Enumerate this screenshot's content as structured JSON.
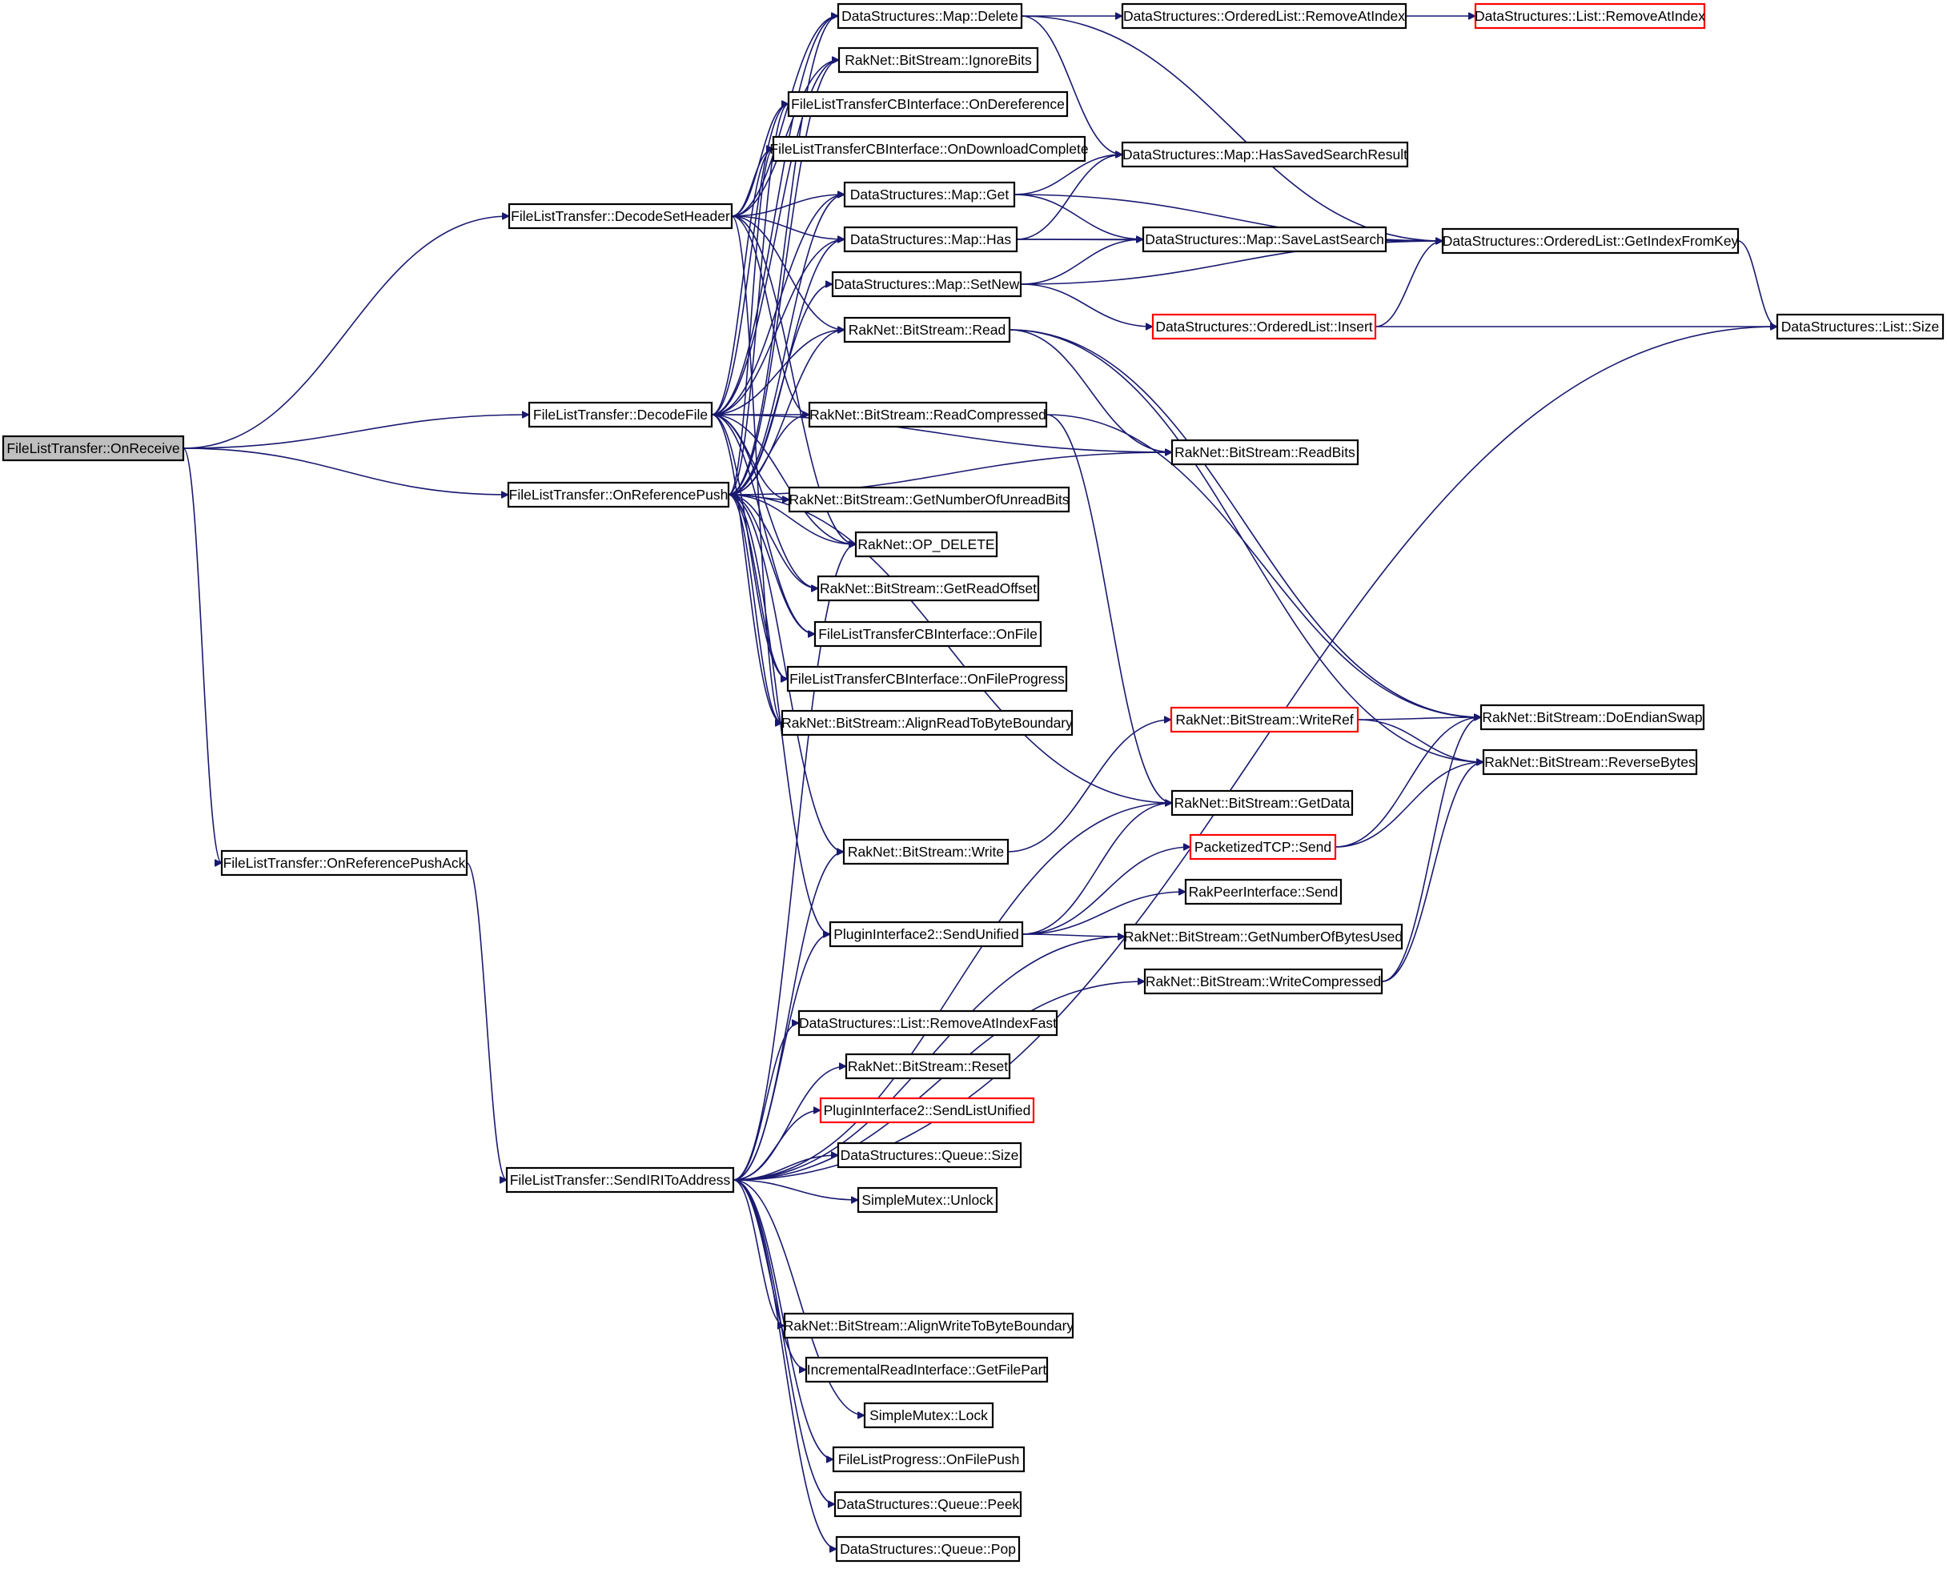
{
  "graph": {
    "colors": {
      "edge": "#191970",
      "root_fill": "#bfbfbf",
      "truncated_border": "#ff0000",
      "node_border": "#000000"
    },
    "nodes": [
      {
        "id": "on_receive",
        "label": "FileListTransfer::OnReceive",
        "root": true
      },
      {
        "id": "decode_set_header",
        "label": "FileListTransfer::DecodeSetHeader"
      },
      {
        "id": "decode_file",
        "label": "FileListTransfer::DecodeFile"
      },
      {
        "id": "on_reference_push",
        "label": "FileListTransfer::OnReferencePush"
      },
      {
        "id": "on_reference_push_ack",
        "label": "FileListTransfer::OnReferencePushAck"
      },
      {
        "id": "send_irit",
        "label": "FileListTransfer::SendIRIToAddress"
      },
      {
        "id": "map_delete",
        "label": "DataStructures::Map::Delete"
      },
      {
        "id": "ignore_bits",
        "label": "RakNet::BitStream::IgnoreBits"
      },
      {
        "id": "on_dereference",
        "label": "FileListTransferCBInterface::OnDereference"
      },
      {
        "id": "on_download_complete",
        "label": "FileListTransferCBInterface::OnDownloadComplete"
      },
      {
        "id": "map_get",
        "label": "DataStructures::Map::Get"
      },
      {
        "id": "map_has",
        "label": "DataStructures::Map::Has"
      },
      {
        "id": "map_setnew",
        "label": "DataStructures::Map::SetNew"
      },
      {
        "id": "bs_read",
        "label": "RakNet::BitStream::Read"
      },
      {
        "id": "bs_read_compressed",
        "label": "RakNet::BitStream::ReadCompressed"
      },
      {
        "id": "bs_num_unread",
        "label": "RakNet::BitStream::GetNumberOfUnreadBits"
      },
      {
        "id": "op_delete",
        "label": "RakNet::OP_DELETE"
      },
      {
        "id": "bs_read_offset",
        "label": "RakNet::BitStream::GetReadOffset"
      },
      {
        "id": "on_file",
        "label": "FileListTransferCBInterface::OnFile"
      },
      {
        "id": "on_file_progress",
        "label": "FileListTransferCBInterface::OnFileProgress"
      },
      {
        "id": "bs_align_read",
        "label": "RakNet::BitStream::AlignReadToByteBoundary"
      },
      {
        "id": "bs_write",
        "label": "RakNet::BitStream::Write"
      },
      {
        "id": "send_unified",
        "label": "PluginInterface2::SendUnified"
      },
      {
        "id": "list_remove_fast",
        "label": "DataStructures::List::RemoveAtIndexFast"
      },
      {
        "id": "bs_reset",
        "label": "RakNet::BitStream::Reset"
      },
      {
        "id": "send_list_unified",
        "label": "PluginInterface2::SendListUnified",
        "truncated": true
      },
      {
        "id": "queue_size",
        "label": "DataStructures::Queue::Size"
      },
      {
        "id": "mutex_unlock",
        "label": "SimpleMutex::Unlock"
      },
      {
        "id": "bs_align_write",
        "label": "RakNet::BitStream::AlignWriteToByteBoundary"
      },
      {
        "id": "get_file_part",
        "label": "IncrementalReadInterface::GetFilePart"
      },
      {
        "id": "mutex_lock",
        "label": "SimpleMutex::Lock"
      },
      {
        "id": "on_file_push",
        "label": "FileListProgress::OnFilePush"
      },
      {
        "id": "queue_peek",
        "label": "DataStructures::Queue::Peek"
      },
      {
        "id": "queue_pop",
        "label": "DataStructures::Queue::Pop"
      },
      {
        "id": "ol_remove_at",
        "label": "DataStructures::OrderedList::RemoveAtIndex"
      },
      {
        "id": "map_has_saved",
        "label": "DataStructures::Map::HasSavedSearchResult"
      },
      {
        "id": "map_save_last",
        "label": "DataStructures::Map::SaveLastSearch"
      },
      {
        "id": "ol_insert",
        "label": "DataStructures::OrderedList::Insert",
        "truncated": true
      },
      {
        "id": "bs_read_bits",
        "label": "RakNet::BitStream::ReadBits"
      },
      {
        "id": "bs_write_ref",
        "label": "RakNet::BitStream::WriteRef",
        "truncated": true
      },
      {
        "id": "bs_get_data",
        "label": "RakNet::BitStream::GetData"
      },
      {
        "id": "tcp_send",
        "label": "PacketizedTCP::Send",
        "truncated": true
      },
      {
        "id": "rakpeer_send",
        "label": "RakPeerInterface::Send"
      },
      {
        "id": "bs_bytes_used",
        "label": "RakNet::BitStream::GetNumberOfBytesUsed"
      },
      {
        "id": "bs_write_compressed",
        "label": "RakNet::BitStream::WriteCompressed"
      },
      {
        "id": "list_remove_at",
        "label": "DataStructures::List::RemoveAtIndex",
        "truncated": true
      },
      {
        "id": "ol_get_index",
        "label": "DataStructures::OrderedList::GetIndexFromKey"
      },
      {
        "id": "list_size",
        "label": "DataStructures::List::Size"
      },
      {
        "id": "bs_endian_swap",
        "label": "RakNet::BitStream::DoEndianSwap"
      },
      {
        "id": "bs_reverse_bytes",
        "label": "RakNet::BitStream::ReverseBytes"
      }
    ],
    "edges": [
      [
        "on_receive",
        "decode_set_header"
      ],
      [
        "on_receive",
        "decode_file"
      ],
      [
        "on_receive",
        "on_reference_push"
      ],
      [
        "on_receive",
        "on_reference_push_ack"
      ],
      [
        "on_reference_push_ack",
        "send_irit"
      ],
      [
        "decode_set_header",
        "map_delete"
      ],
      [
        "decode_set_header",
        "ignore_bits"
      ],
      [
        "decode_set_header",
        "on_dereference"
      ],
      [
        "decode_set_header",
        "on_download_complete"
      ],
      [
        "decode_set_header",
        "map_get"
      ],
      [
        "decode_set_header",
        "map_has"
      ],
      [
        "decode_set_header",
        "bs_read"
      ],
      [
        "decode_set_header",
        "bs_read_compressed"
      ],
      [
        "decode_set_header",
        "op_delete"
      ],
      [
        "decode_set_header",
        "bs_align_read"
      ],
      [
        "decode_file",
        "map_delete"
      ],
      [
        "decode_file",
        "ignore_bits"
      ],
      [
        "decode_file",
        "on_dereference"
      ],
      [
        "decode_file",
        "on_download_complete"
      ],
      [
        "decode_file",
        "map_get"
      ],
      [
        "decode_file",
        "map_has"
      ],
      [
        "decode_file",
        "bs_read"
      ],
      [
        "decode_file",
        "bs_read_compressed"
      ],
      [
        "decode_file",
        "bs_read_bits"
      ],
      [
        "decode_file",
        "op_delete"
      ],
      [
        "decode_file",
        "bs_read_offset"
      ],
      [
        "decode_file",
        "on_file"
      ],
      [
        "decode_file",
        "on_file_progress"
      ],
      [
        "decode_file",
        "bs_align_read"
      ],
      [
        "decode_file",
        "bs_num_unread"
      ],
      [
        "on_reference_push",
        "map_delete"
      ],
      [
        "on_reference_push",
        "ignore_bits"
      ],
      [
        "on_reference_push",
        "on_dereference"
      ],
      [
        "on_reference_push",
        "on_download_complete"
      ],
      [
        "on_reference_push",
        "map_get"
      ],
      [
        "on_reference_push",
        "map_has"
      ],
      [
        "on_reference_push",
        "map_setnew"
      ],
      [
        "on_reference_push",
        "bs_read"
      ],
      [
        "on_reference_push",
        "bs_read_compressed"
      ],
      [
        "on_reference_push",
        "bs_num_unread"
      ],
      [
        "on_reference_push",
        "op_delete"
      ],
      [
        "on_reference_push",
        "bs_read_offset"
      ],
      [
        "on_reference_push",
        "on_file"
      ],
      [
        "on_reference_push",
        "on_file_progress"
      ],
      [
        "on_reference_push",
        "bs_align_read"
      ],
      [
        "on_reference_push",
        "bs_write"
      ],
      [
        "on_reference_push",
        "send_unified"
      ],
      [
        "on_reference_push",
        "bs_get_data"
      ],
      [
        "on_reference_push",
        "bs_read_bits"
      ],
      [
        "send_irit",
        "op_delete"
      ],
      [
        "send_irit",
        "bs_write"
      ],
      [
        "send_irit",
        "send_unified"
      ],
      [
        "send_irit",
        "list_remove_fast"
      ],
      [
        "send_irit",
        "bs_reset"
      ],
      [
        "send_irit",
        "send_list_unified"
      ],
      [
        "send_irit",
        "queue_size"
      ],
      [
        "send_irit",
        "mutex_unlock"
      ],
      [
        "send_irit",
        "bs_align_write"
      ],
      [
        "send_irit",
        "get_file_part"
      ],
      [
        "send_irit",
        "mutex_lock"
      ],
      [
        "send_irit",
        "on_file_push"
      ],
      [
        "send_irit",
        "queue_peek"
      ],
      [
        "send_irit",
        "queue_pop"
      ],
      [
        "send_irit",
        "bs_get_data"
      ],
      [
        "send_irit",
        "bs_write_compressed"
      ],
      [
        "send_irit",
        "bs_bytes_used"
      ],
      [
        "send_irit",
        "list_size"
      ],
      [
        "map_delete",
        "ol_remove_at"
      ],
      [
        "map_delete",
        "map_has_saved"
      ],
      [
        "map_delete",
        "ol_get_index"
      ],
      [
        "ol_remove_at",
        "list_remove_at"
      ],
      [
        "map_get",
        "map_has_saved"
      ],
      [
        "map_get",
        "map_save_last"
      ],
      [
        "map_get",
        "ol_get_index"
      ],
      [
        "map_has",
        "map_has_saved"
      ],
      [
        "map_has",
        "map_save_last"
      ],
      [
        "map_has",
        "ol_get_index"
      ],
      [
        "map_setnew",
        "map_save_last"
      ],
      [
        "map_setnew",
        "ol_get_index"
      ],
      [
        "map_setnew",
        "ol_insert"
      ],
      [
        "ol_insert",
        "ol_get_index"
      ],
      [
        "ol_insert",
        "list_size"
      ],
      [
        "ol_get_index",
        "list_size"
      ],
      [
        "bs_read",
        "bs_read_bits"
      ],
      [
        "bs_read",
        "bs_endian_swap"
      ],
      [
        "bs_read",
        "bs_reverse_bytes"
      ],
      [
        "bs_read_compressed",
        "bs_endian_swap"
      ],
      [
        "bs_read_compressed",
        "bs_get_data"
      ],
      [
        "bs_write",
        "bs_write_ref"
      ],
      [
        "bs_write_ref",
        "bs_endian_swap"
      ],
      [
        "bs_write_ref",
        "bs_reverse_bytes"
      ],
      [
        "send_unified",
        "bs_get_data"
      ],
      [
        "send_unified",
        "tcp_send"
      ],
      [
        "send_unified",
        "rakpeer_send"
      ],
      [
        "send_unified",
        "bs_bytes_used"
      ],
      [
        "tcp_send",
        "bs_endian_swap"
      ],
      [
        "tcp_send",
        "bs_reverse_bytes"
      ],
      [
        "bs_write_compressed",
        "bs_endian_swap"
      ],
      [
        "bs_write_compressed",
        "bs_reverse_bytes"
      ]
    ]
  }
}
